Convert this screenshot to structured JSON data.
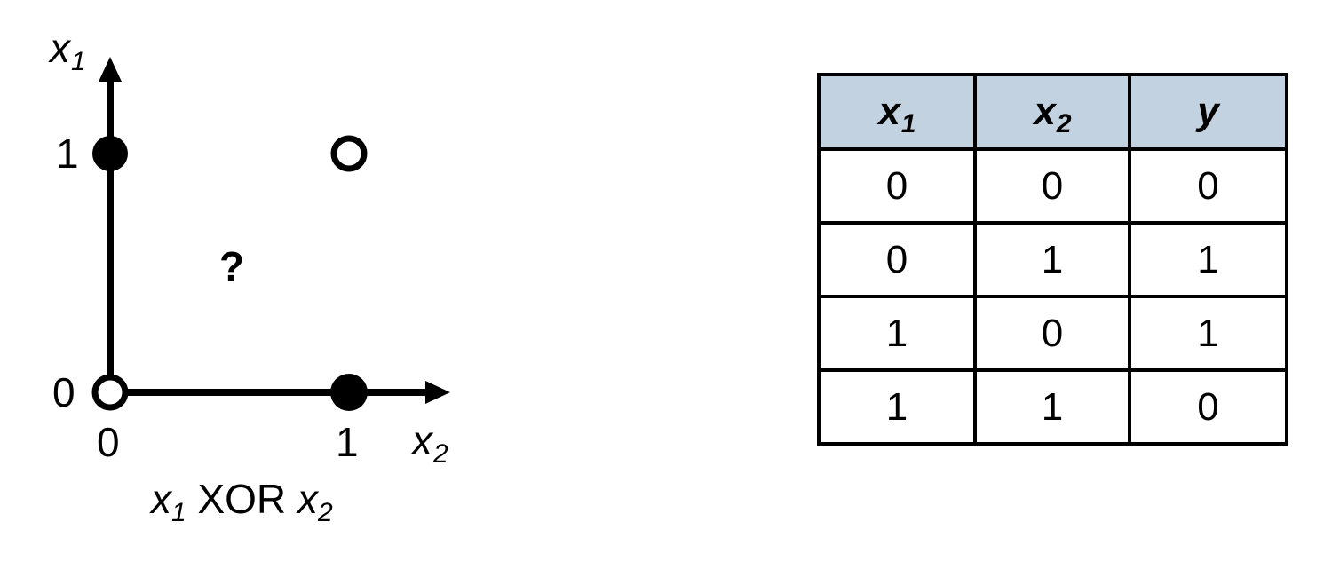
{
  "chart_data": {
    "type": "scatter",
    "title": "x1 XOR x2",
    "xlabel": "x2",
    "ylabel": "x1",
    "xlim": [
      0,
      1
    ],
    "ylim": [
      0,
      1
    ],
    "grid": false,
    "legend": "none",
    "x_ticks": [
      "0",
      "1"
    ],
    "y_ticks": [
      "0",
      "1"
    ],
    "annotations": [
      {
        "text": "?",
        "x": 0.5,
        "y": 0.5
      }
    ],
    "points": [
      {
        "x": 0,
        "y": 0,
        "label": "0",
        "marker": "open-circle",
        "class": 0
      },
      {
        "x": 0,
        "y": 1,
        "label": "1",
        "marker": "filled-circle",
        "class": 1
      },
      {
        "x": 1,
        "y": 0,
        "label": "1",
        "marker": "filled-circle",
        "class": 1
      },
      {
        "x": 1,
        "y": 1,
        "label": "0",
        "marker": "open-circle",
        "class": 0
      }
    ],
    "categories": [
      "(0,0)",
      "(0,1)",
      "(1,0)",
      "(1,1)"
    ],
    "values": [
      0,
      1,
      1,
      0
    ]
  },
  "plot": {
    "y_axis_name": "x",
    "y_axis_sub": "1",
    "x_axis_name": "x",
    "x_axis_sub": "2",
    "y_tick_top": "1",
    "y_tick_origin": "0",
    "x_tick_origin": "0",
    "x_tick_one": "1",
    "question_mark": "?",
    "caption": {
      "var1": "x",
      "var1_sub": "1",
      "operator": "XOR",
      "var2": "x",
      "var2_sub": "2"
    },
    "colors": {
      "axis": "#000000",
      "filled_marker": "#000000",
      "open_marker_fill": "#ffffff",
      "open_marker_stroke": "#000000"
    }
  },
  "table": {
    "header": [
      {
        "name": "x",
        "sub": "1"
      },
      {
        "name": "x",
        "sub": "2"
      },
      {
        "name": "y",
        "sub": ""
      }
    ],
    "rows": [
      {
        "x1": "0",
        "x2": "0",
        "y": "0"
      },
      {
        "x1": "0",
        "x2": "1",
        "y": "1"
      },
      {
        "x1": "1",
        "x2": "0",
        "y": "1"
      },
      {
        "x1": "1",
        "x2": "1",
        "y": "0"
      }
    ],
    "colors": {
      "header_background": "#c2d2e0",
      "border": "#000000",
      "cell_background": "#ffffff"
    }
  }
}
